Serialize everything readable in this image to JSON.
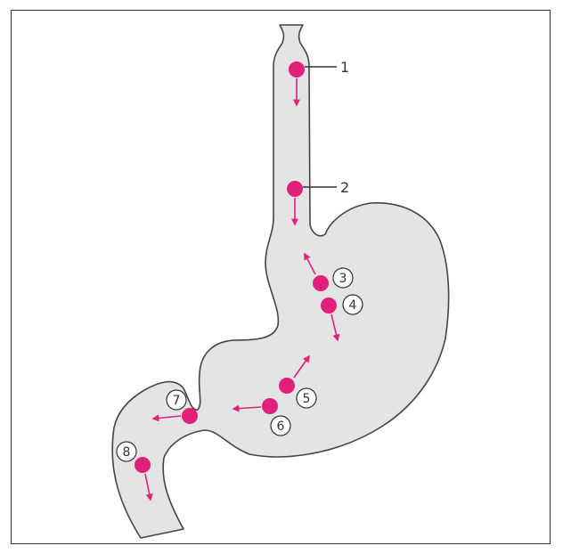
{
  "colors": {
    "organ_fill": "#e4e4e4",
    "organ_stroke": "#444444",
    "marker": "#e0207a",
    "arrow": "#e0207a",
    "frame": "#333333"
  },
  "labels": {
    "l1": "1",
    "l2": "2",
    "l3": "3",
    "l4": "4",
    "l5": "5",
    "l6": "6",
    "l7": "7",
    "l8": "8"
  }
}
